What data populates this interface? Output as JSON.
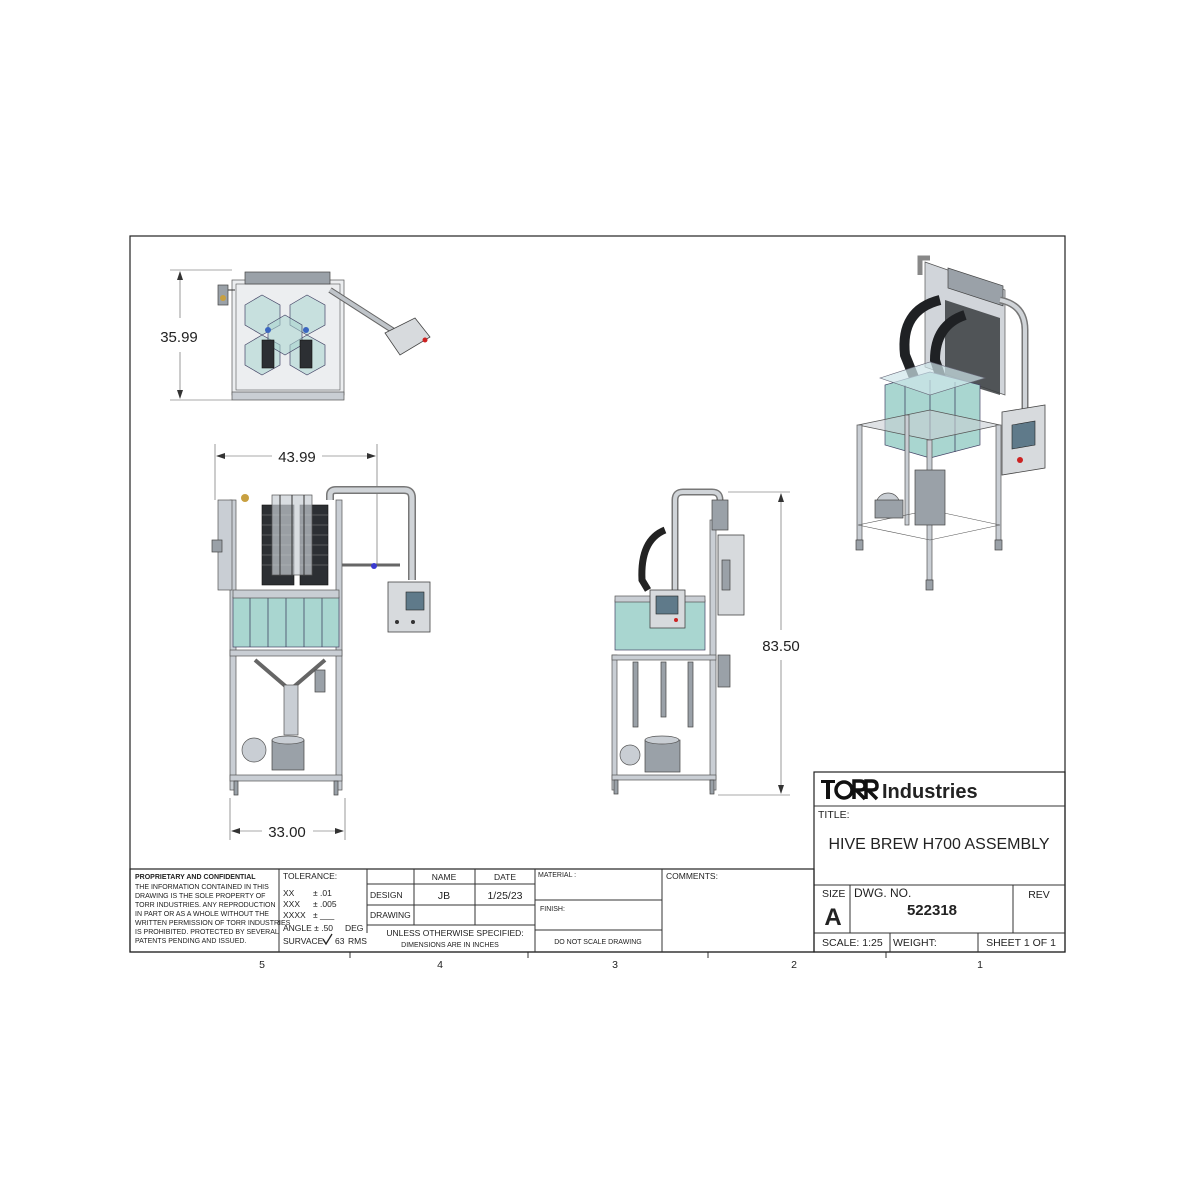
{
  "dimensions": {
    "top_height": "35.99",
    "front_width": "43.99",
    "front_base_width": "33.00",
    "side_height": "83.50"
  },
  "title_block": {
    "company_name": "Industries",
    "title_label": "TITLE:",
    "title": "HIVE BREW H700 ASSEMBLY",
    "size_label": "SIZE",
    "size": "A",
    "dwg_no_label": "DWG.  NO.",
    "dwg_no": "522318",
    "rev_label": "REV",
    "scale": "SCALE: 1:25",
    "weight": "WEIGHT:",
    "sheet": "SHEET 1 OF 1"
  },
  "proprietary": {
    "heading": "PROPRIETARY AND CONFIDENTIAL",
    "lines": [
      "THE INFORMATION CONTAINED IN THIS",
      "DRAWING IS THE SOLE PROPERTY OF",
      "TORR INDUSTRIES.  ANY REPRODUCTION",
      "IN PART OR AS A WHOLE WITHOUT THE",
      "WRITTEN PERMISSION OF TORR INDUSTRIES",
      "IS PROHIBITED.  PROTECTED BY SEVERAL",
      "PATENTS PENDING AND ISSUED."
    ]
  },
  "tolerance": {
    "label": "TOLERANCE:",
    "xx": "XX",
    "xx_val": "± .01",
    "xxx": "XXX",
    "xxx_val": "± .005",
    "xxxx": "XXXX",
    "xxxx_val": "± ___",
    "angle": "ANGLE ±  .50",
    "angle_unit": "DEG",
    "surface": "SURVACE",
    "surface_val": "63",
    "surface_unit": "RMS"
  },
  "signoff": {
    "name_header": "NAME",
    "date_header": "DATE",
    "design_label": "DESIGN",
    "design_name": "JB",
    "design_date": "1/25/23",
    "drawing_label": "DRAWING",
    "unless_line1": "UNLESS OTHERWISE SPECIFIED:",
    "unless_line2": "DIMENSIONS ARE IN INCHES"
  },
  "material": {
    "material_label": "MATERIAL :",
    "finish_label": "FINISH:",
    "no_scale": "DO NOT SCALE DRAWING",
    "comments_label": "COMMENTS:"
  },
  "zones": [
    "5",
    "4",
    "3",
    "2",
    "1"
  ],
  "colors": {
    "tank": "#a9d6d0",
    "steel": "#c9ced4",
    "frame_line": "#222222"
  }
}
